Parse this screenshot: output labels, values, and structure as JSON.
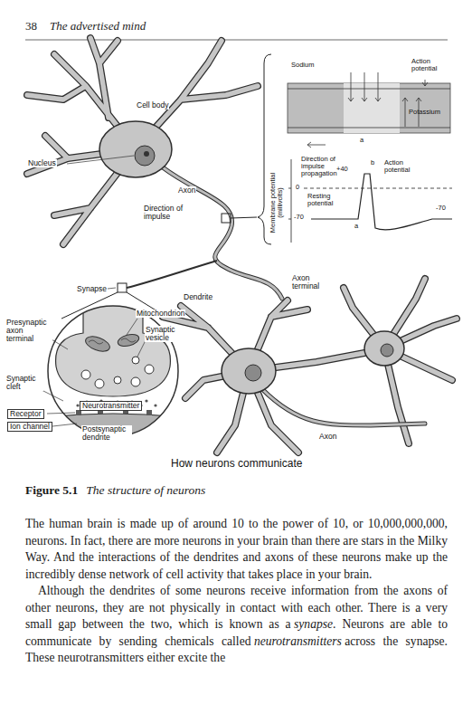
{
  "diagram": {
    "caption": "The structure of neurons",
    "nodes": [
      {
        "text": [
          "Sodium",
          "Action potential",
          "Potassium",
          "a",
          "b",
          "Direction of impulse propagation",
          "+40",
          "0",
          "Resting potential",
          "-70",
          "a",
          "Action potential",
          "-70",
          "Membrane potential (millivolts)"
        ]
      }
    ],
    "labels": [
      "38",
      "The advertised mind",
      "Cell body",
      "Nucleus",
      "Axon",
      "Direction of impulse",
      "Synapse",
      "Dendrite",
      "Axon terminal",
      "Mitochondrion",
      "Presynaptic axon terminal",
      "Synaptic vesicle",
      "Synaptic cleft",
      "Receptor",
      "Ion channel",
      "Neurotransmitter",
      "Postsynaptic dendrite",
      "Axon",
      "How neurons communicate",
      "Figure 5.1",
      "The human brain is made up of around 10 to the power of 10, or 10,000,000,000, neurons. In fact, there are more neurons in your brain than there are stars in the Milky Way. And the interactions of the dendrites and axons of these neurons make up the incredibly dense network of cell activity that takes place in your brain.",
      "Although the dendrites of some neurons receive information from the axons of other neurons, they are not physically in contact with each other. There is a very small gap between the two, which is known as a",
      "synapse",
      ". Neurons are able to communicate by sending chemicals called",
      "neurotransmitters",
      "across the synapse. These neurotransmitters either excite the"
    ]
  }
}
